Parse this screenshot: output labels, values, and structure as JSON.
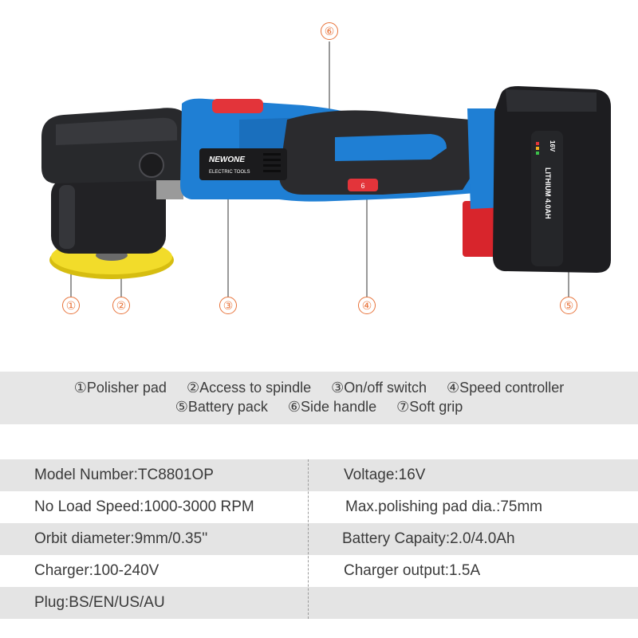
{
  "product": {
    "brand_label": "NEWONE",
    "brand_sub": "ELECTRIC TOOLS",
    "battery_label": "LITHIUM 4.0AH",
    "battery_voltage": "16V",
    "speed_dial_mark": "6",
    "colors": {
      "body_blue": "#1f7fd4",
      "grip_dark": "#2b2b2e",
      "switch_red": "#e3343a",
      "pad_yellow": "#f2dc2a",
      "callout_orange": "#e8733a"
    }
  },
  "callouts": [
    "①",
    "②",
    "③",
    "④",
    "⑤",
    "⑥"
  ],
  "legend": {
    "row1": [
      "①Polisher pad",
      "②Access to spindle",
      "③On/off switch",
      "④Speed controller"
    ],
    "row2": [
      "⑤Battery pack",
      "⑥Side handle",
      "⑦Soft grip"
    ]
  },
  "specs": {
    "left": [
      "Model Number:TC8801OP",
      "No Load Speed:1000-3000 RPM",
      "Orbit diameter:9mm/0.35''",
      "Charger:100-240V",
      "Plug:BS/EN/US/AU"
    ],
    "right": [
      "Voltage:16V",
      "Max.polishing pad dia.:75mm",
      "Battery Capaity:2.0/4.0Ah",
      "Charger output:1.5A",
      ""
    ]
  }
}
